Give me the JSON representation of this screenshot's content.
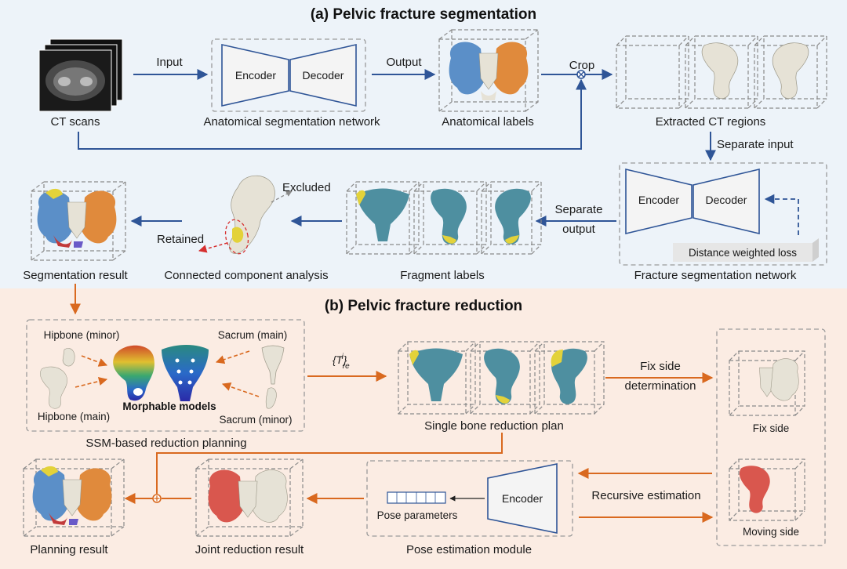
{
  "colors": {
    "seg_bg": "#edf3f9",
    "red_bg": "#fbece3",
    "blue_arrow": "#2f5597",
    "orange_arrow": "#d9691f",
    "bone_blue": "#5b8fc8",
    "bone_orange": "#e08a3c",
    "bone_teal": "#4e8fa0",
    "bone_yellow": "#e3d23a",
    "bone_red": "#d9574e",
    "bone_cream": "#e6e2d6"
  },
  "section_a": {
    "title": "(a) Pelvic fracture segmentation",
    "ct_scans": "CT scans",
    "input": "Input",
    "encoder": "Encoder",
    "decoder": "Decoder",
    "anat_net": "Anatomical segmentation network",
    "output": "Output",
    "anat_labels": "Anatomical labels",
    "crop": "Crop",
    "extracted": "Extracted CT regions",
    "separate_input": "Separate input",
    "encoder2": "Encoder",
    "decoder2": "Decoder",
    "dist_loss": "Distance weighted loss",
    "frac_net": "Fracture segmentation network",
    "separate_output_1": "Separate",
    "separate_output_2": "output",
    "fragment_labels": "Fragment labels",
    "excluded": "Excluded",
    "retained": "Retained",
    "cca": "Connected component analysis",
    "seg_result": "Segmentation result"
  },
  "section_b": {
    "title": "(b) Pelvic fracture reduction",
    "hip_minor": "Hipbone (minor)",
    "hip_main": "Hipbone (main)",
    "sac_main": "Sacrum (main)",
    "sac_minor": "Sacrum (minor)",
    "morphable": "Morphable models",
    "ssm": "SSM-based reduction planning",
    "transform": "{T",
    "transform_sup": "i",
    "transform_sub": "re",
    "transform_close": "}",
    "single_plan": "Single bone reduction plan",
    "fix_side_det_1": "Fix side",
    "fix_side_det_2": "determination",
    "fix_side": "Fix side",
    "moving_side": "Moving side",
    "recursive": "Recursive estimation",
    "encoder": "Encoder",
    "pose_params": "Pose parameters",
    "pose_module": "Pose estimation module",
    "joint_result": "Joint reduction result",
    "planning_result": "Planning result"
  }
}
